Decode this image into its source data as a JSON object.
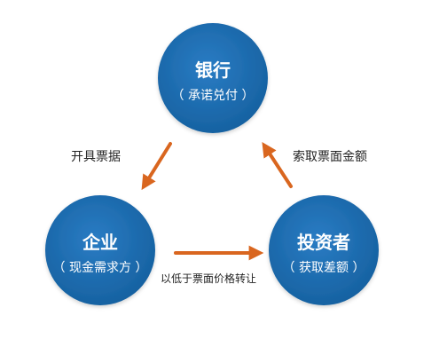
{
  "colors": {
    "node_fill": "#1f6fb5",
    "node_fill_dark": "#155a98",
    "node_text": "#ffffff",
    "arrow": "#d9661f",
    "label_text": "#222222"
  },
  "nodes": {
    "bank": {
      "title": "银行",
      "subtitle": "（ 承诺兑付 ）"
    },
    "enterprise": {
      "title": "企业",
      "subtitle": "（ 现金需求方 ）"
    },
    "investor": {
      "title": "投资者",
      "subtitle": "（ 获取差额 ）"
    }
  },
  "edges": {
    "bank_to_enterprise": "开具票据",
    "enterprise_to_investor": "以低于票面价格转让",
    "investor_to_bank": "索取票面金额"
  }
}
